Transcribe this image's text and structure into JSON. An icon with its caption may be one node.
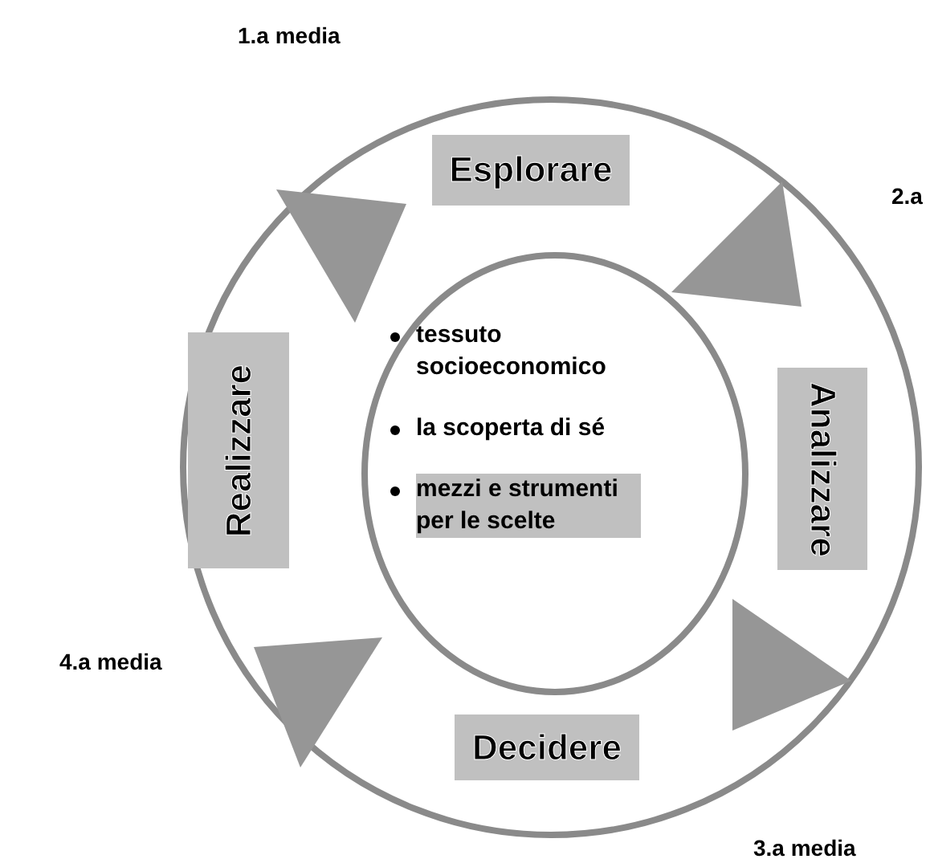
{
  "diagram": {
    "nodes": [
      {
        "text": [],
        "shape": "circle"
      },
      {
        "text": [
          "Esplorare"
        ],
        "in": 0
      },
      {
        "text": [
          "Analizzare"
        ],
        "in": 0
      },
      {
        "text": [
          "Decidere"
        ],
        "in": 0
      },
      {
        "text": [
          "Realizzare"
        ],
        "in": 0
      },
      {
        "text": [
          "tessuto socioeconomico",
          "la scoperta di sé",
          "mezzi e strumenti per le scelte"
        ],
        "in": 0
      },
      {
        "text": [],
        "shape": "triangle",
        "in": 0
      },
      {
        "text": [],
        "shape": "triangle",
        "in": 0
      },
      {
        "text": [],
        "shape": "triangle",
        "in": 0
      },
      {
        "text": [],
        "shape": "triangle",
        "in": 0
      }
    ],
    "labels": [
      "1.a media",
      "2.a",
      "4.a media",
      "3.a media"
    ]
  }
}
